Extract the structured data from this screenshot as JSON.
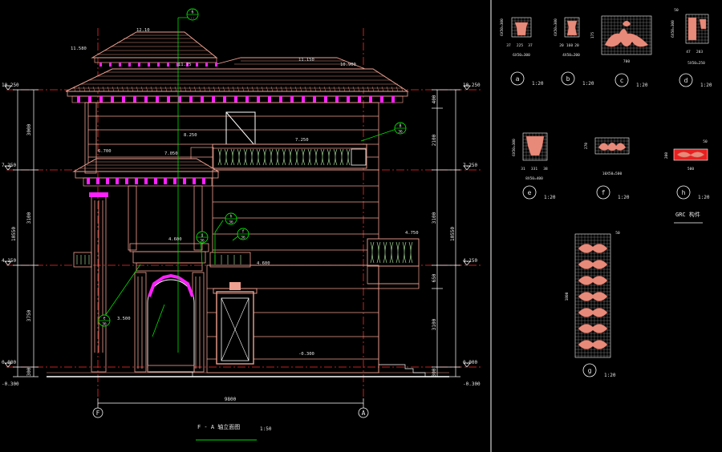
{
  "colors": {
    "background": "#000000",
    "frame": "#ffffff",
    "dimension": "#ffffff",
    "axis": "#ff2a2a",
    "leader": "#00e000",
    "facade": "#f0a090",
    "highlight": "#ff20ff",
    "ornament_fill": "#e88a7a",
    "text": "#e6e6e6"
  },
  "elevation": {
    "title": "F - A 轴立面图",
    "scale": "1:50",
    "axis_left": "F",
    "axis_right": "A",
    "overall_width": "9800",
    "levels_left": [
      "10.250",
      "7.250",
      "4.150",
      "0.000",
      "-0.300"
    ],
    "levels_right": [
      "10.250",
      "7.250",
      "4.150",
      "0.000",
      "-0.300"
    ],
    "left_dims": [
      "3000",
      "3100",
      "3750",
      "300"
    ],
    "left_overall": "10550",
    "right_dims": [
      "400",
      "2100",
      "3100",
      "650",
      "3100",
      "300"
    ],
    "right_overall": "10550",
    "annotations": [
      "12.10",
      "11.580",
      "11.150",
      "10.900",
      "11.75",
      "8.250",
      "7.250",
      "6.700",
      "7.050",
      "4.750",
      "4.600",
      "4.600",
      "3.500",
      "-0.300"
    ],
    "section_marks": [
      {
        "top": "6",
        "bottom": "--"
      },
      {
        "top": "8",
        "bottom": "36"
      },
      {
        "top": "h",
        "bottom": "36"
      },
      {
        "top": "f",
        "bottom": "36"
      },
      {
        "top": "e",
        "bottom": "36"
      },
      {
        "top": "g",
        "bottom": "36"
      }
    ]
  },
  "details": [
    {
      "label": "a",
      "scale": "1:20",
      "dims": [
        "6X50=300",
        "37",
        "225",
        "37",
        "6X50=300"
      ]
    },
    {
      "label": "b",
      "scale": "1:20",
      "dims": [
        "6X50=300",
        "20",
        "160",
        "20",
        "4X50=200"
      ]
    },
    {
      "label": "c",
      "scale": "1:20",
      "dims": [
        "175",
        "700"
      ]
    },
    {
      "label": "d",
      "scale": "1:20",
      "dims": [
        "50",
        "6X50=300",
        "47",
        "203",
        "5X50=250"
      ]
    },
    {
      "label": "e",
      "scale": "1:20",
      "dims": [
        "6X50=300",
        "31",
        "331",
        "38",
        "8X50=400"
      ]
    },
    {
      "label": "f",
      "scale": "1:20",
      "dims": [
        "270",
        "10X50=500"
      ]
    },
    {
      "label": "h",
      "scale": "1:20",
      "dims": [
        "50",
        "200",
        "500"
      ]
    },
    {
      "label": "g",
      "scale": "1:20",
      "dims": [
        "50",
        "1800"
      ]
    }
  ],
  "grc_note": "GRC 构件"
}
